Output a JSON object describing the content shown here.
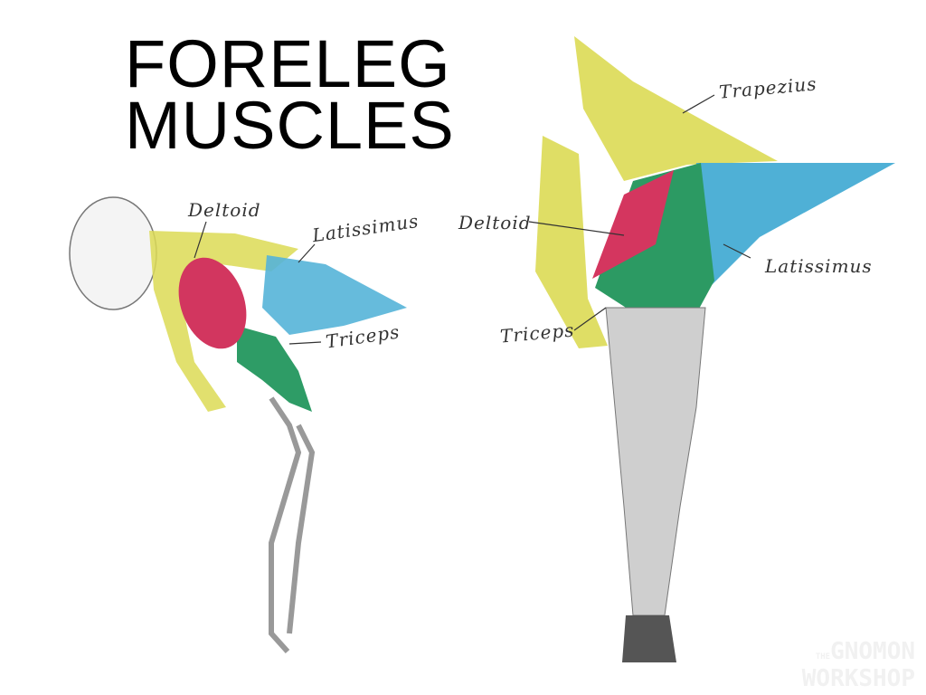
{
  "title": {
    "line1": "FORELEG",
    "line2": "MUSCLES"
  },
  "human_labels": {
    "deltoid": "Deltoid",
    "latissimus": "Latissimus",
    "triceps": "Triceps"
  },
  "horse_labels": {
    "trapezius": "Trapezius",
    "deltoid": "Deltoid",
    "latissimus": "Latissimus",
    "triceps": "Triceps"
  },
  "logo": {
    "the": "THE",
    "line1": "GNOMON",
    "line2": "WORKSHOP"
  },
  "colors": {
    "trapezius": "#d9d84a",
    "deltoid": "#d4365f",
    "latissimus": "#4fb0d6",
    "triceps": "#2c9a63",
    "bone": "#c8c8c8"
  }
}
